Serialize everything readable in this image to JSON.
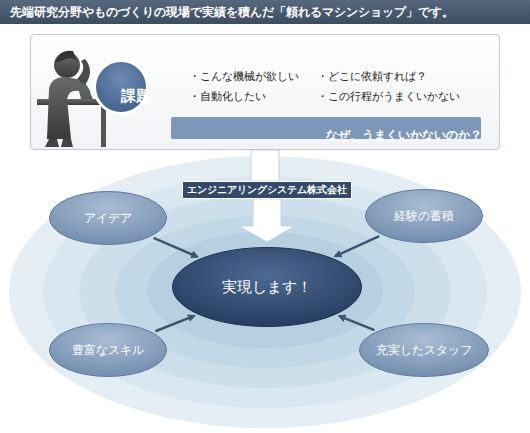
{
  "diagram": {
    "title": "先端研究分野やものづくりの現場で実績を積んだ「頼れるマシンショップ」です。",
    "nodes": [
      {
        "text": [
          "・こんな機械が欲しい",
          "・どこに依頼すれば？",
          "・自動化したい",
          "・この行程がうまくいかない"
        ]
      },
      {
        "text": [
          "課題"
        ],
        "in": 0
      },
      {
        "text": [
          "なぜ、うまくいかないのか？"
        ],
        "in": 0
      },
      {
        "text": [
          "エンジニアリングシステム株式会社"
        ]
      },
      {
        "text": [
          "実現します！"
        ]
      },
      {
        "text": [
          "アイデア"
        ]
      },
      {
        "text": [
          "経験の蓄積"
        ]
      },
      {
        "text": [
          "豊富なスキル"
        ]
      },
      {
        "text": [
          "充実したスタッフ"
        ]
      }
    ],
    "edges": [
      {
        "from": 0,
        "to": 3,
        "arrow": "none"
      },
      {
        "from": 3,
        "to": 4,
        "arrow": "to"
      },
      {
        "from": 5,
        "to": 4,
        "arrow": "to"
      },
      {
        "from": 6,
        "to": 4,
        "arrow": "to"
      },
      {
        "from": 7,
        "to": 4,
        "arrow": "to"
      },
      {
        "from": 8,
        "to": 4,
        "arrow": "to"
      }
    ]
  }
}
